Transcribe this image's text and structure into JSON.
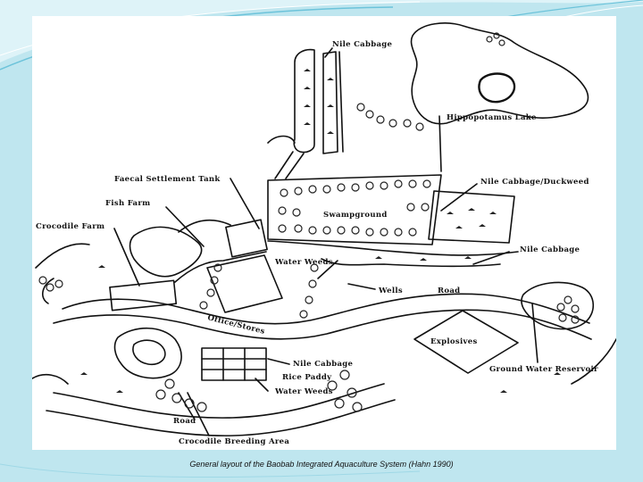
{
  "slide": {
    "caption": "General layout of the Baobab Integrated Aquaculture System (Hahn 1990)",
    "colors": {
      "frame": "#bfe6ef",
      "frame_dark": "#6cc3da",
      "ink": "#111111"
    }
  },
  "diagram": {
    "labels": {
      "nile_cabbage_top": "Nile Cabbage",
      "hippopotamus_lake": "Hippopotamus Lake",
      "faecal_settlement_tank": "Faecal Settlement Tank",
      "nile_cabbage_duckweed": "Nile Cabbage/Duckweed",
      "fish_farm": "Fish Farm",
      "swampground": "Swampground",
      "crocodile_farm": "Crocodile Farm",
      "nile_cabbage_right": "Nile Cabbage",
      "water_weeds_top": "Water Weeds",
      "wells": "Wells",
      "road_right": "Road",
      "office_stores": "Office/Stores",
      "explosives": "Explosives",
      "nile_cabbage_bottom": "Nile Cabbage",
      "ground_water_reservoir": "Ground Water Reservoir",
      "rice_paddy": "Rice Paddy",
      "water_weeds_bottom": "Water Weeds",
      "road_bottom": "Road",
      "crocodile_breeding_area": "Crocodile Breeding Area"
    }
  }
}
